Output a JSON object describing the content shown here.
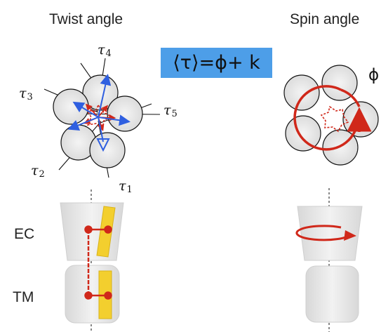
{
  "titles": {
    "left": "Twist angle",
    "right": "Spin angle"
  },
  "formula": {
    "lhs": "⟨τ⟩",
    "rhs": "=ϕ+ k"
  },
  "tau_labels": {
    "tau1": {
      "symbol": "τ",
      "index": "1"
    },
    "tau2": {
      "symbol": "τ",
      "index": "2"
    },
    "tau3": {
      "symbol": "τ",
      "index": "3"
    },
    "tau4": {
      "symbol": "τ",
      "index": "4"
    },
    "tau5": {
      "symbol": "τ",
      "index": "5"
    }
  },
  "phi_label": "ϕ",
  "domain_labels": {
    "ec": "EC",
    "tm": "TM"
  },
  "colors": {
    "formula_bg": "#4d9ee8",
    "red_arrow": "#d0281a",
    "blue_arrow": "#2f5fe0",
    "helix_fill": "#f3cf2e",
    "subunit_fill": "#e2e2e2",
    "domain_fill": "#e6e6e6"
  }
}
